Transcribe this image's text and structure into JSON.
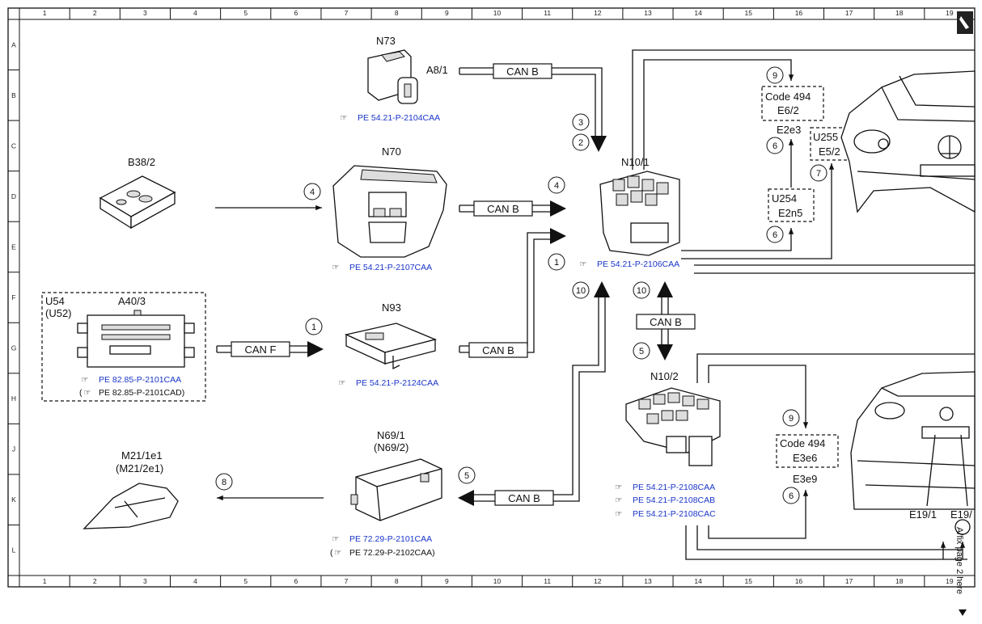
{
  "columns": [
    "1",
    "2",
    "3",
    "4",
    "5",
    "6",
    "7",
    "8",
    "9",
    "10",
    "11",
    "12",
    "13",
    "14",
    "15",
    "16",
    "17",
    "18",
    "19"
  ],
  "rows": [
    "A",
    "B",
    "C",
    "D",
    "E",
    "F",
    "G",
    "H",
    "J",
    "K",
    "L"
  ],
  "components": {
    "n73": "N73",
    "a8_1": "A8/1",
    "b38_2": "B38/2",
    "n70": "N70",
    "n10_1": "N10/1",
    "u54": "U54",
    "u52": "(U52)",
    "a40_3": "A40/3",
    "n93": "N93",
    "n69_1": "N69/1",
    "n69_2": "(N69/2)",
    "m21_1e1": "M21/1e1",
    "m21_2e1": "(M21/2e1)",
    "n10_2": "N10/2",
    "code494_top": "Code 494",
    "e6_2": "E6/2",
    "e2e3": "E2e3",
    "u255": "U255",
    "e5_2": "E5/2",
    "u254": "U254",
    "e2n5": "E2n5",
    "code494_bottom": "Code 494",
    "e3e6": "E3e6",
    "e3e9": "E3e9",
    "e19_1": "E19/1",
    "e19_2": "E19/"
  },
  "buses": {
    "can_b": "CAN B",
    "can_f": "CAN F"
  },
  "circles": {
    "c1": "1",
    "c2": "2",
    "c3": "3",
    "c4": "4",
    "c5": "5",
    "c6": "6",
    "c7": "7",
    "c8": "8",
    "c9": "9",
    "c10": "10"
  },
  "refs": {
    "n73_ref": "PE 54.21-P-2104CAA",
    "n70_ref": "PE 54.21-P-2107CAA",
    "n10_1_ref": "PE 54.21-P-2106CAA",
    "n93_ref": "PE 54.21-P-2124CAA",
    "a40_ref1": "PE 82.85-P-2101CAA",
    "a40_ref2_open": "(",
    "a40_ref2": "PE 82.85-P-2101CAD)",
    "n69_ref1": "PE 72.29-P-2101CAA",
    "n69_ref2_open": "(",
    "n69_ref2": "PE 72.29-P-2102CAA)",
    "n10_2_ref1": "PE 54.21-P-2108CAA",
    "n10_2_ref2": "PE 54.21-P-2108CAB",
    "n10_2_ref3": "PE 54.21-P-2108CAC"
  },
  "continuation": "A/fix page 2 here",
  "colors": {
    "link": "#1a35c8",
    "ink": "#111111",
    "background": "#ffffff"
  }
}
